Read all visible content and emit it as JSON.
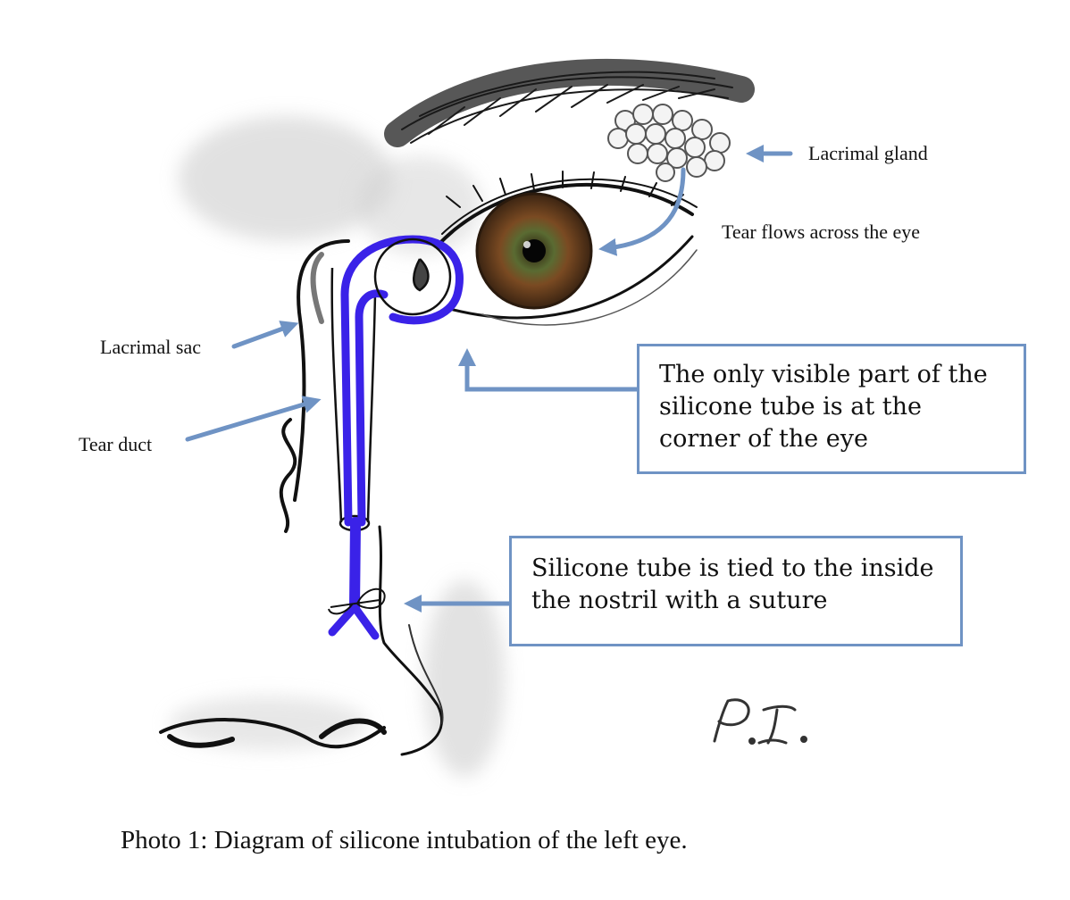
{
  "labels": {
    "lacrimal_gland": "Lacrimal gland",
    "tear_flow": "Tear flows across the eye",
    "lacrimal_sac": "Lacrimal sac",
    "tear_duct": "Tear duct"
  },
  "callouts": {
    "visible_tube": "The only visible part of the silicone tube is at the corner of the eye",
    "suture": "Silicone tube is tied to the inside the nostril with a suture"
  },
  "signature": "P.I.",
  "caption": "Photo 1: Diagram of silicone intubation of the left eye.",
  "colors": {
    "tube": "#3a22e8",
    "arrow": "#6f93c4",
    "callout_border": "#6f93c4",
    "iris": "#6b3d1f",
    "ink": "#111111"
  }
}
